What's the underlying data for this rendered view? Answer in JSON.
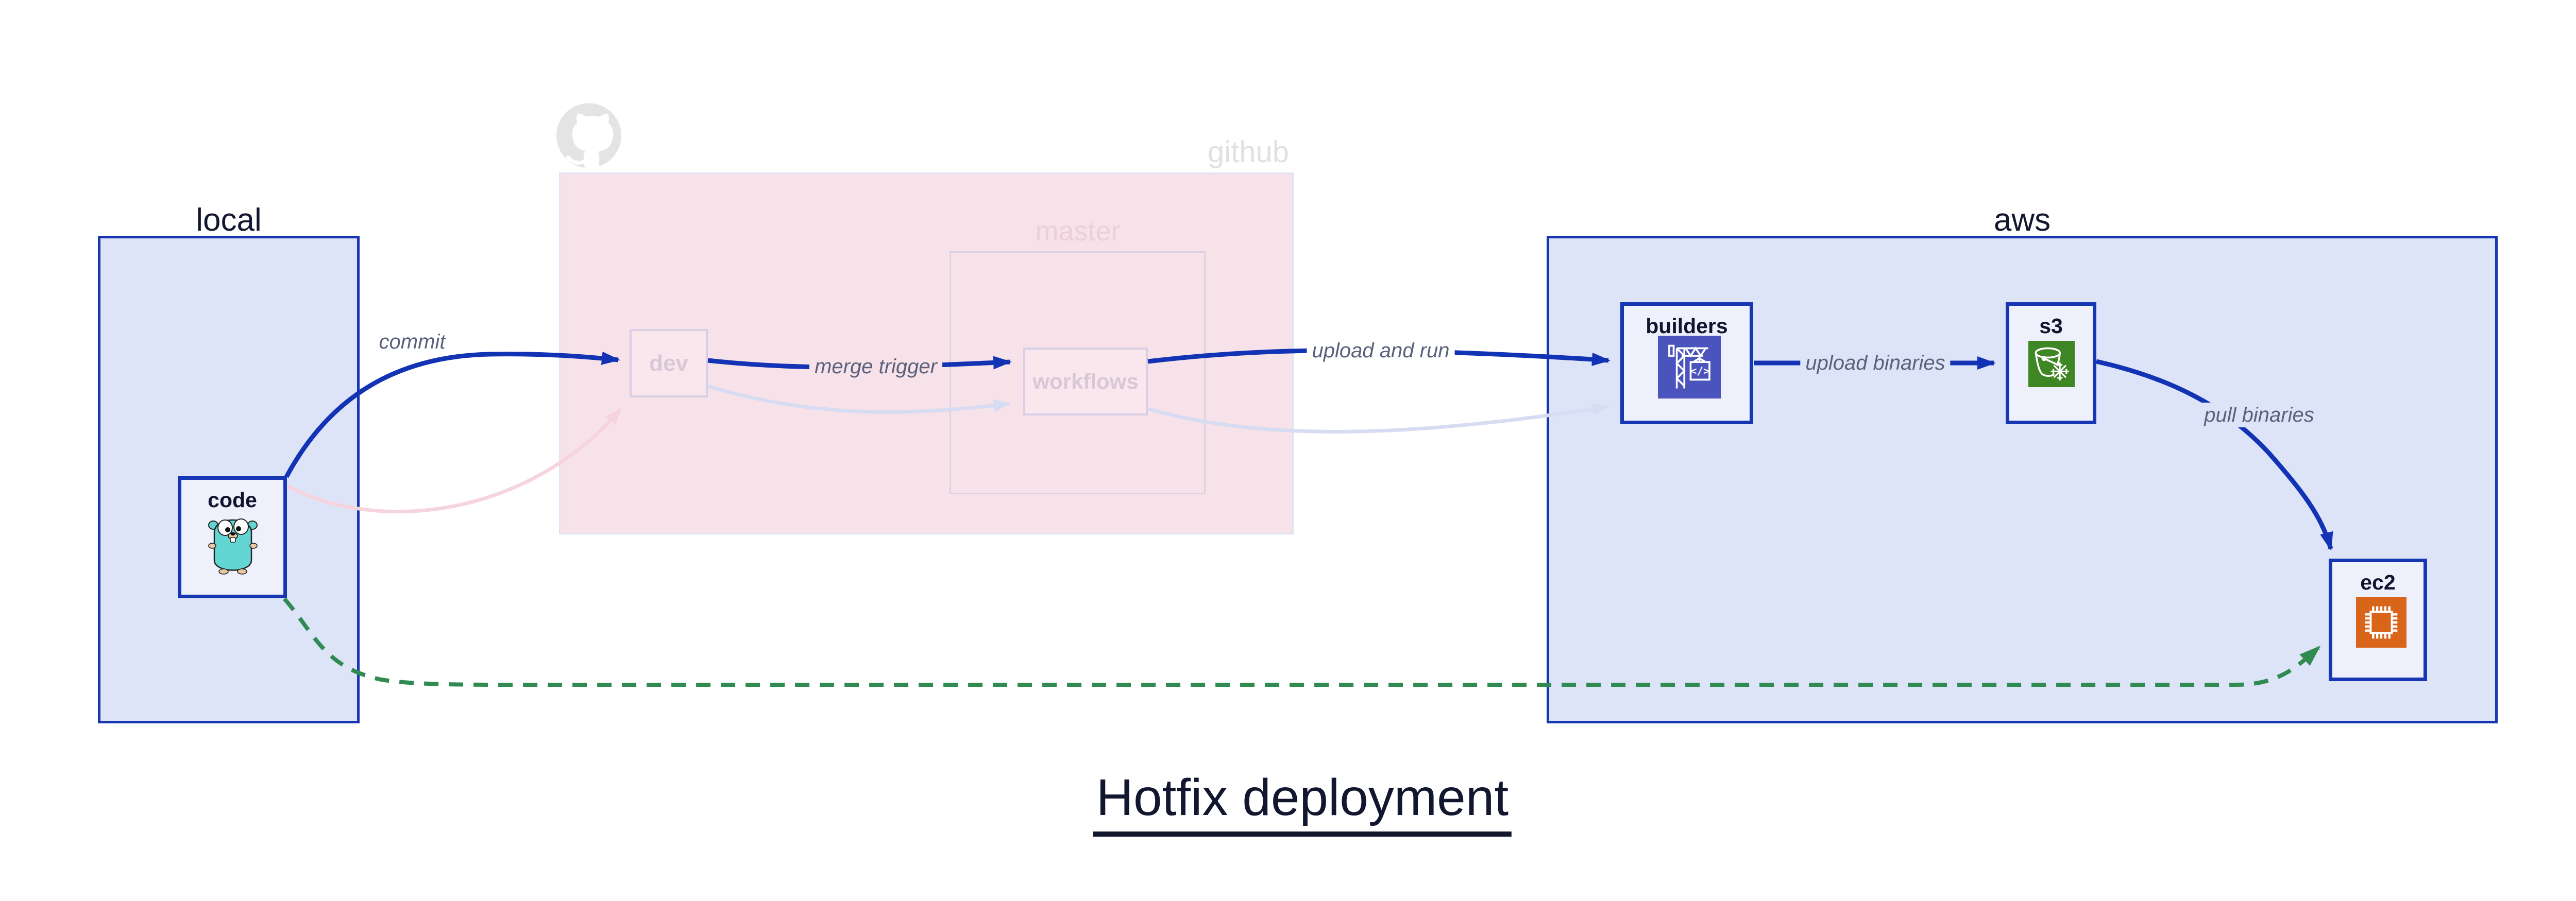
{
  "title": "Hotfix deployment",
  "groups": {
    "local": {
      "label": "local"
    },
    "github": {
      "label": "github",
      "master_label": "master"
    },
    "aws": {
      "label": "aws"
    }
  },
  "nodes": {
    "code": {
      "label": "code",
      "icon": "go-gopher-icon"
    },
    "dev": {
      "label": "dev"
    },
    "workflows": {
      "label": "workflows"
    },
    "builders": {
      "label": "builders",
      "icon": "codebuild-crane-icon"
    },
    "s3": {
      "label": "s3",
      "icon": "s3-glacier-bucket-icon"
    },
    "ec2": {
      "label": "ec2",
      "icon": "ec2-chip-icon"
    }
  },
  "edges": {
    "commit": {
      "label": "commit"
    },
    "merge_trigger": {
      "label": "merge trigger"
    },
    "upload_and_run": {
      "label": "upload and run"
    },
    "upload_binaries": {
      "label": "upload binaries"
    },
    "pull_binaries": {
      "label": "pull binaries"
    }
  },
  "colors": {
    "blue_border": "#1636b4",
    "blue_edge": "#1333b5",
    "group_blue_fill": "#dde4f8",
    "node_fill": "#eef1fc",
    "pink_fill": "#f8e2e9",
    "faded_lavender": "#d8dcf2",
    "faded_pink": "#f6d4de",
    "green_dashed": "#2f8b51",
    "codebuild_purple": "#4b53bd",
    "s3_green": "#3f8624",
    "ec2_orange": "#d8651a",
    "gopher_teal": "#63d6d4"
  }
}
